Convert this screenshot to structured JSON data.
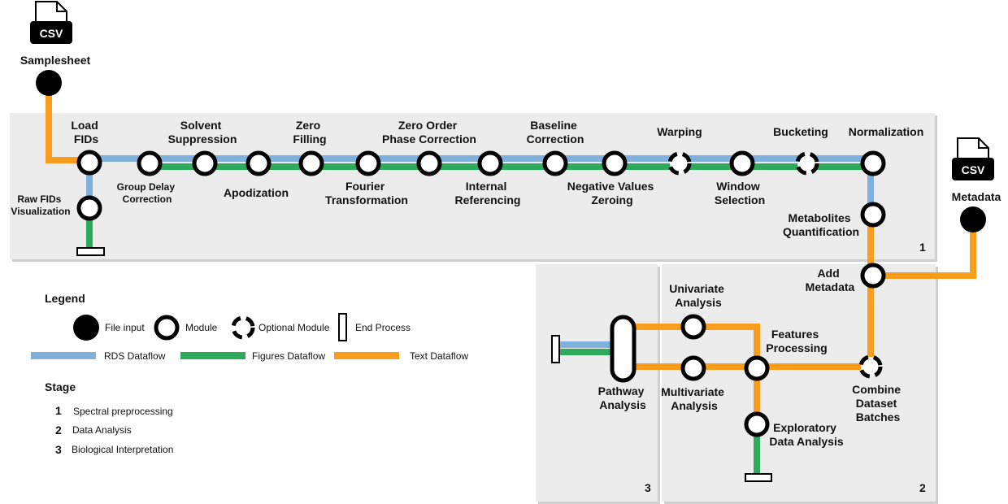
{
  "colors": {
    "rds": "#7fb1dc",
    "figures": "#2eaa5c",
    "text": "#f99d1c",
    "panel": "#ececec",
    "panel_border": "#c8c8c8",
    "ink": "#000000"
  },
  "inputs": {
    "samplesheet": {
      "badge": "CSV",
      "label": "Samplesheet"
    },
    "metadata": {
      "badge": "CSV",
      "label": "Metadata"
    }
  },
  "panels": {
    "stage1": "1",
    "stage2": "2",
    "stage3": "3"
  },
  "modules": {
    "load_fids": [
      "Load",
      "FIDs"
    ],
    "raw_fids_vis": [
      "Raw FIDs",
      "Visualization"
    ],
    "group_delay": [
      "Group Delay",
      "Correction"
    ],
    "solvent_suppression": [
      "Solvent",
      "Suppression"
    ],
    "apodization": [
      "Apodization"
    ],
    "zero_filling": [
      "Zero",
      "Filling"
    ],
    "fourier": [
      "Fourier",
      "Transformation"
    ],
    "zero_order": [
      "Zero Order",
      "Phase Correction"
    ],
    "internal_ref": [
      "Internal",
      "Referencing"
    ],
    "baseline": [
      "Baseline",
      "Correction"
    ],
    "negative_zeroing": [
      "Negative Values",
      "Zeroing"
    ],
    "warping": [
      "Warping"
    ],
    "window_selection": [
      "Window",
      "Selection"
    ],
    "bucketing": [
      "Bucketing"
    ],
    "normalization": [
      "Normalization"
    ],
    "metabolites_quant": [
      "Metabolites",
      "Quantification"
    ],
    "add_metadata": [
      "Add",
      "Metadata"
    ],
    "combine_batches": [
      "Combine",
      "Dataset",
      "Batches"
    ],
    "features_processing": [
      "Features",
      "Processing"
    ],
    "univariate": [
      "Univariate",
      "Analysis"
    ],
    "multivariate": [
      "Multivariate",
      "Analysis"
    ],
    "exploratory": [
      "Exploratory",
      "Data Analysis"
    ],
    "pathway": [
      "Pathway",
      "Analysis"
    ]
  },
  "legend": {
    "title": "Legend",
    "file_input": "File input",
    "module": "Module",
    "optional_module": "Optional Module",
    "end_process": "End Process",
    "rds_dataflow": "RDS Dataflow",
    "figures_dataflow": "Figures Dataflow",
    "text_dataflow": "Text Dataflow"
  },
  "stages": {
    "title": "Stage",
    "items": [
      {
        "num": "1",
        "label": "Spectral preprocessing"
      },
      {
        "num": "2",
        "label": "Data Analysis"
      },
      {
        "num": "3",
        "label": "Biological Interpretation"
      }
    ]
  }
}
